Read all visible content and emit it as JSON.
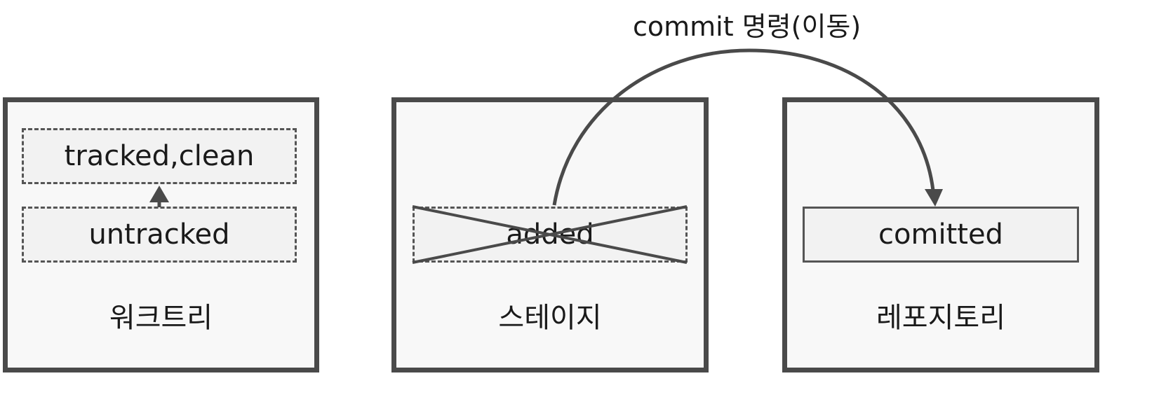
{
  "panels": {
    "worktree": {
      "label": "워크트리",
      "states": {
        "top": "tracked,clean",
        "bottom": "untracked"
      }
    },
    "stage": {
      "label": "스테이지",
      "states": {
        "crossed": "added"
      }
    },
    "repository": {
      "label": "레포지토리",
      "states": {
        "committed": "comitted"
      }
    }
  },
  "arrow_caption": "commit 명령(이동)",
  "colors": {
    "stroke": "#4a4a4a",
    "panel_fill": "#f8f8f8",
    "box_fill": "#f2f2f2"
  }
}
